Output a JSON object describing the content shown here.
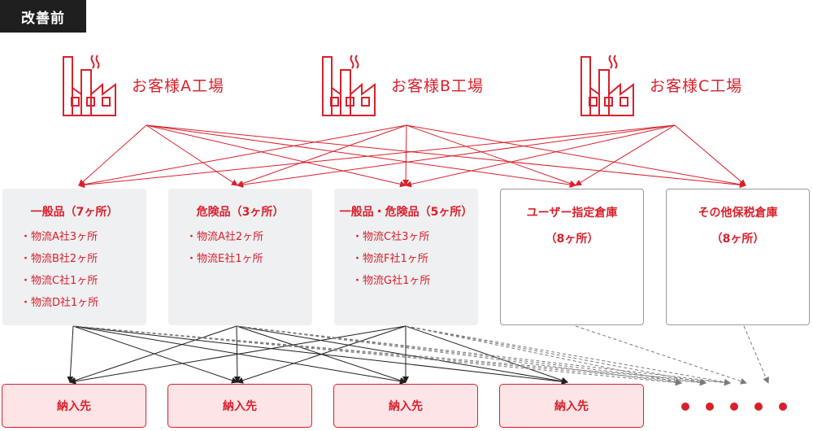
{
  "tag": "改善前",
  "colors": {
    "accent": "#d8202b",
    "box_fill": "#eff0f2",
    "dest_fill": "#fde4e6",
    "arrow": "#1f1f1f",
    "dashed": "#7a7a7a"
  },
  "factories": [
    {
      "label": "お客様A工場",
      "icon": "factory-icon"
    },
    {
      "label": "お客様B工場",
      "icon": "factory-icon"
    },
    {
      "label": "お客様C工場",
      "icon": "factory-icon"
    }
  ],
  "warehouses": [
    {
      "title": "一般品（7ヶ所）",
      "sub": "",
      "items": [
        "物流A社3ヶ所",
        "物流B社2ヶ所",
        "物流C社1ヶ所",
        "物流D社1ヶ所"
      ]
    },
    {
      "title": "危険品（3ヶ所）",
      "sub": "",
      "items": [
        "物流A社2ヶ所",
        "物流E社1ヶ所"
      ]
    },
    {
      "title": "一般品・危険品（5ヶ所）",
      "sub": "",
      "items": [
        "物流C社3ヶ所",
        "物流F社1ヶ所",
        "物流G社1ヶ所"
      ]
    },
    {
      "title": "ユーザー指定倉庫",
      "sub": "（8ヶ所）",
      "items": []
    },
    {
      "title": "その他保税倉庫",
      "sub": "（8ヶ所）",
      "items": []
    }
  ],
  "destinations": [
    "納入先",
    "納入先",
    "納入先",
    "納入先"
  ]
}
